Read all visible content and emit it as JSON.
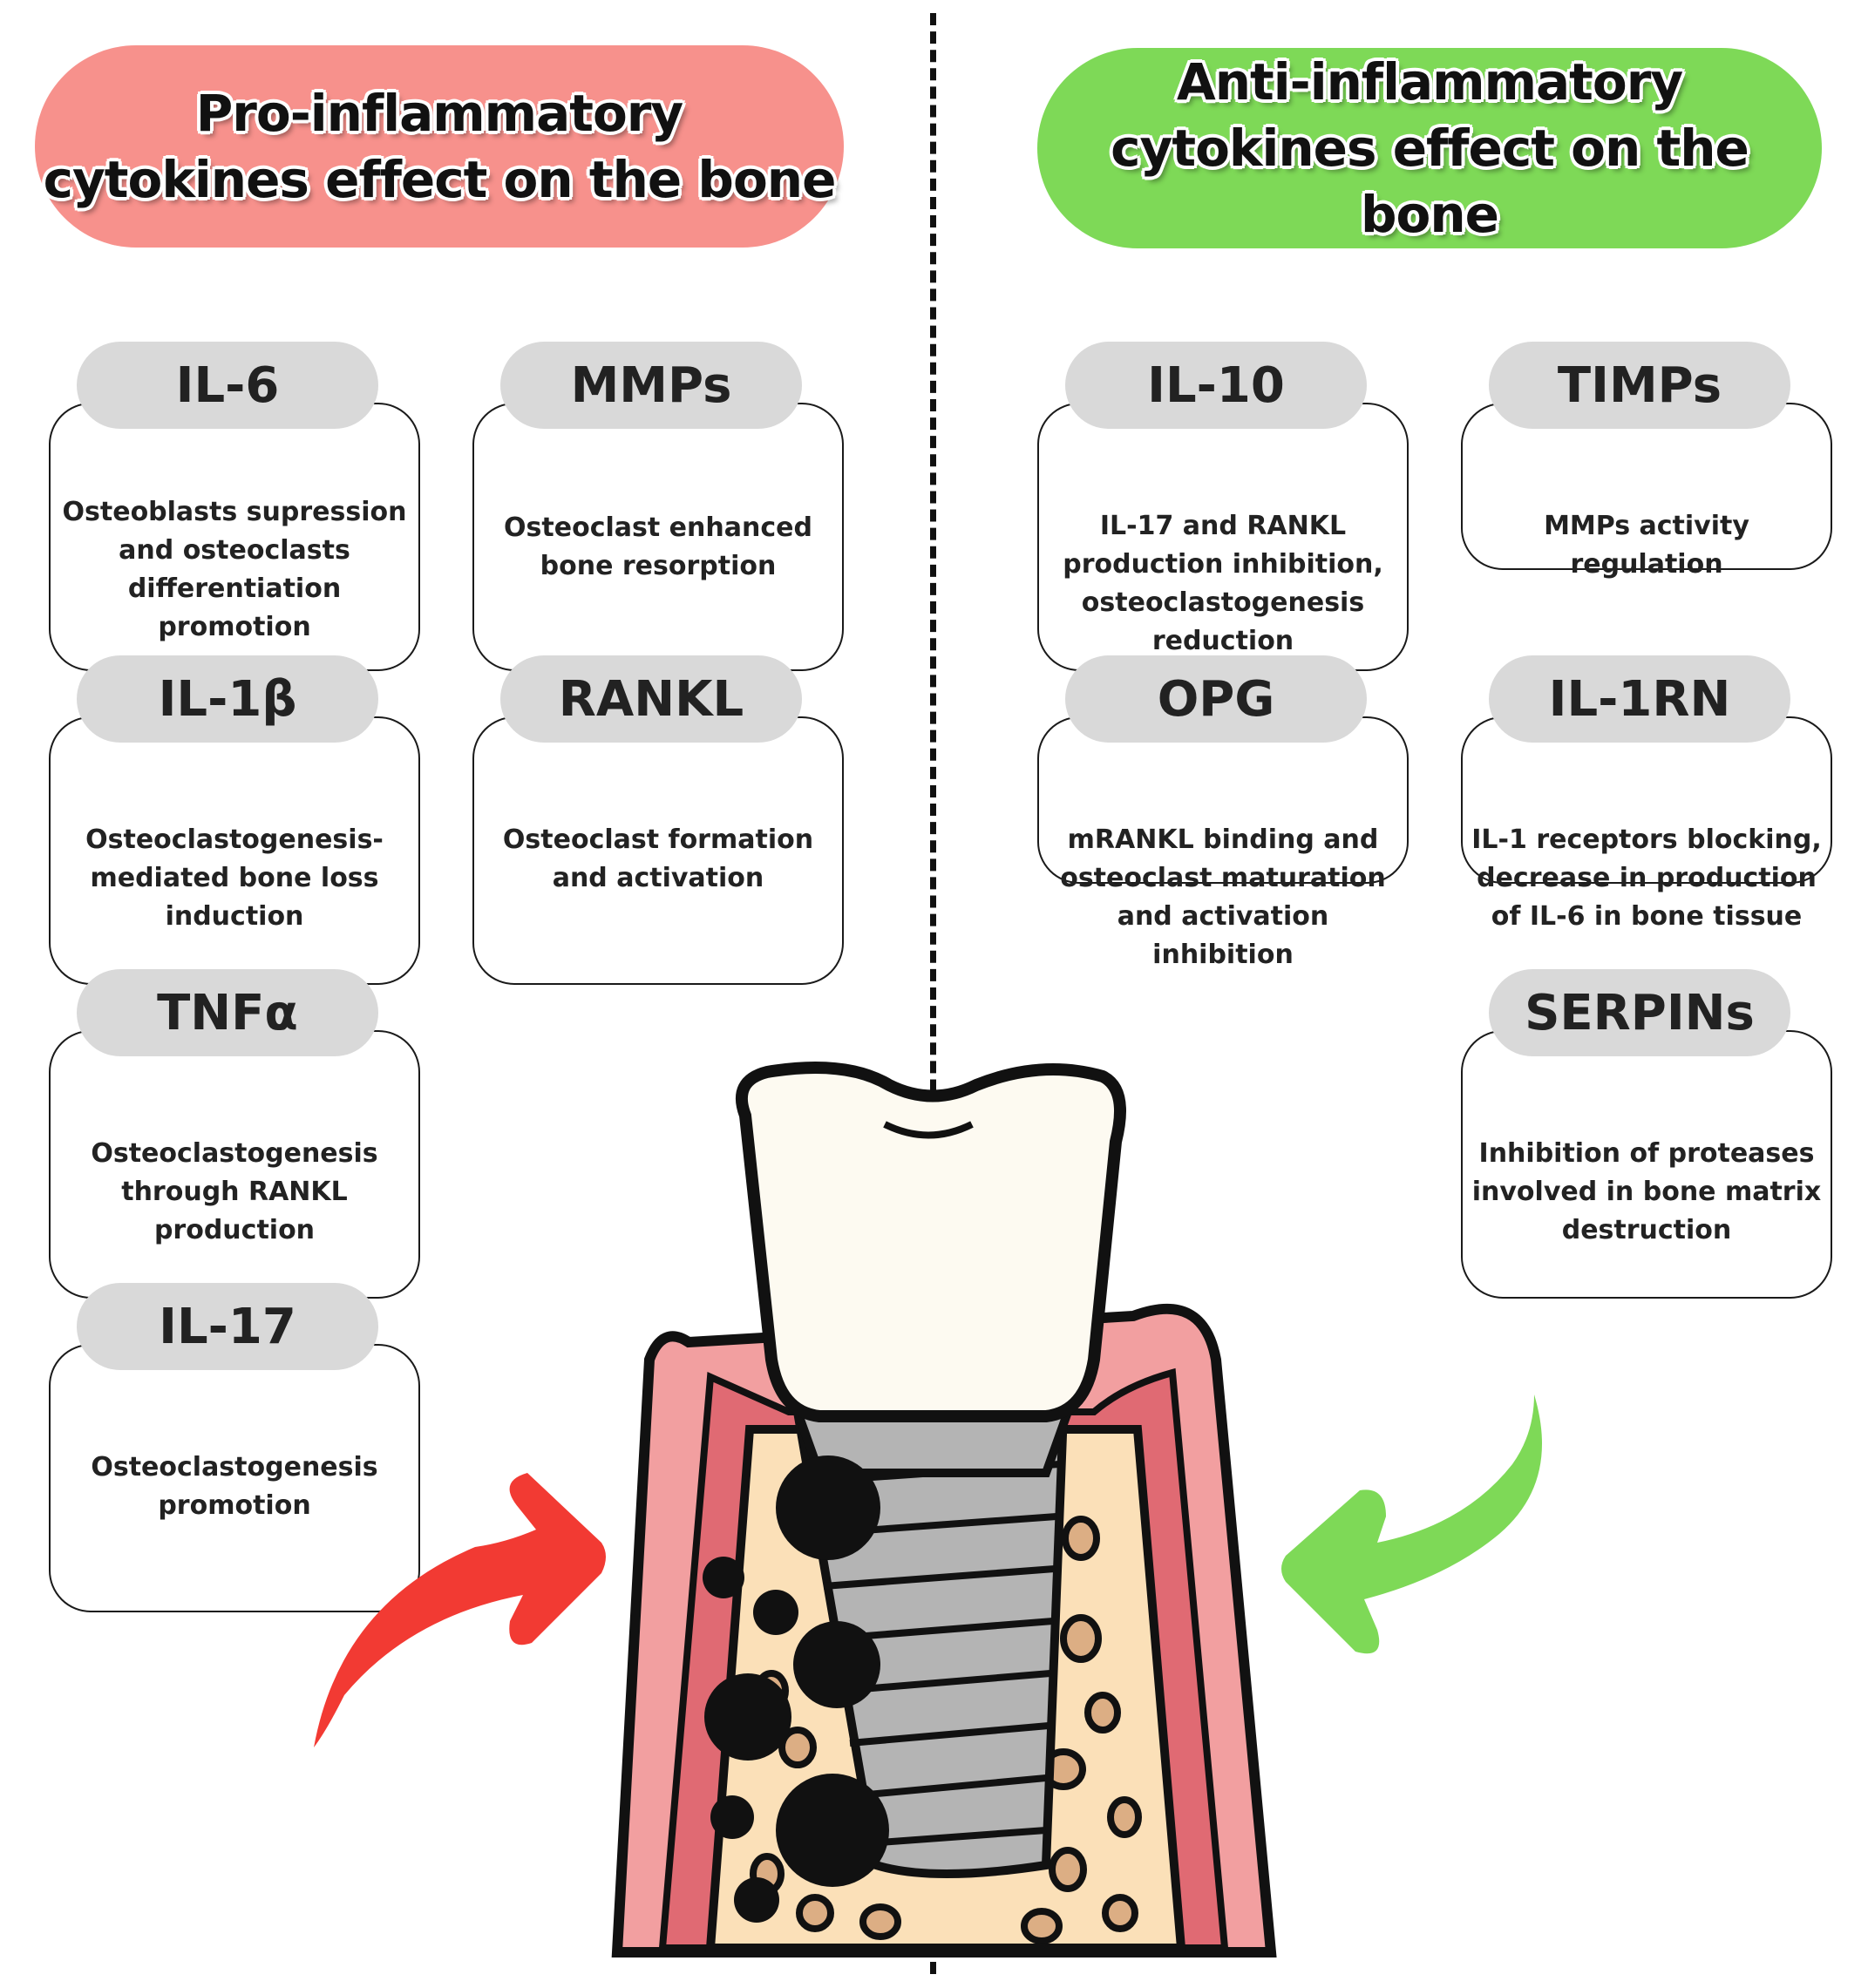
{
  "pro": {
    "title_line1": "Pro-inflammatory",
    "title_line2": "cytokines effect on the bone",
    "color": "#f7918c",
    "cards": [
      {
        "name": "IL-6",
        "desc": "Osteoblasts supression and osteoclasts differentiation promotion"
      },
      {
        "name": "MMPs",
        "desc": "Osteoclast enhanced bone resorption"
      },
      {
        "name": "IL-1β",
        "desc": "Osteoclastogenesis-mediated bone loss induction"
      },
      {
        "name": "RANKL",
        "desc": "Osteoclast formation and activation"
      },
      {
        "name": "TNFα",
        "desc": "Osteoclastogenesis through RANKL production"
      },
      {
        "name": "IL-17",
        "desc": "Osteoclastogenesis promotion"
      }
    ],
    "arrow_color": "#f23a33"
  },
  "anti": {
    "title_line1": "Anti-inflammatory",
    "title_line2": "cytokines effect on the bone",
    "color": "#7ed957",
    "cards": [
      {
        "name": "IL-10",
        "desc": "IL-17 and RANKL production inhibition, osteoclastogenesis reduction"
      },
      {
        "name": "TIMPs",
        "desc": "MMPs activity regulation"
      },
      {
        "name": "OPG",
        "desc": "mRANKL binding and osteoclast maturation and activation inhibition"
      },
      {
        "name": "IL-1RN",
        "desc": "IL-1 receptors blocking, decrease in production of IL-6 in bone tissue"
      },
      {
        "name": "SERPINs",
        "desc": "Inhibition of proteases involved in bone matrix destruction"
      }
    ],
    "arrow_color": "#7ed957"
  },
  "illustration": {
    "crown_color": "#fdfaf1",
    "gum_color": "#f29fa0",
    "gum_inner_color": "#e06a73",
    "bone_color": "#fbe0b8",
    "implant_color": "#b4b4b4",
    "pore_color": "#dcae84"
  }
}
